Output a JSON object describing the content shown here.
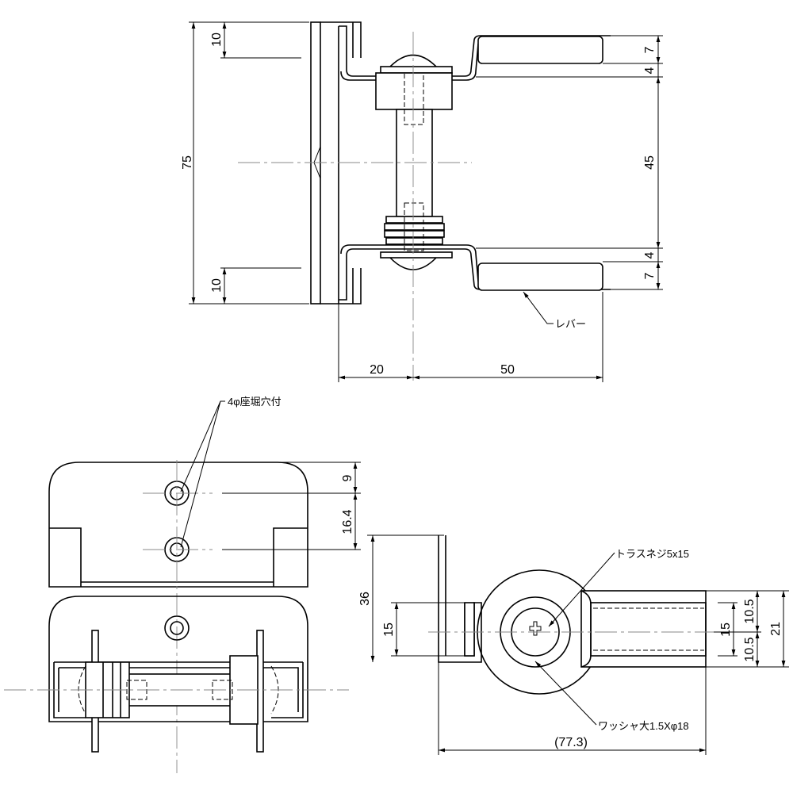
{
  "top_view": {
    "dim_height_total": "75",
    "dim_top_offset": "10",
    "dim_bottom_offset": "10",
    "dim_lever_top": "7",
    "dim_gap_top": "4",
    "dim_lever_spacing": "45",
    "dim_gap_bottom": "4",
    "dim_lever_bottom": "7",
    "dim_base_to_center": "20",
    "dim_center_to_lever_end": "50",
    "lever_label": "レバー"
  },
  "front_view": {
    "hole_note": "4φ座堀穴付",
    "dim_hole_top": "9",
    "dim_hole_spacing": "16.4"
  },
  "side_view": {
    "dim_plate_height": "36",
    "dim_bracket_height": "15",
    "screw_note": "トラスネジ5x15",
    "washer_note": "ワッシャ大1.5Xφ18",
    "dim_slot_width": "15",
    "dim_half_upper": "10.5",
    "dim_half_lower": "10.5",
    "dim_arm_width": "21",
    "dim_overall_length": "(77.3)"
  }
}
